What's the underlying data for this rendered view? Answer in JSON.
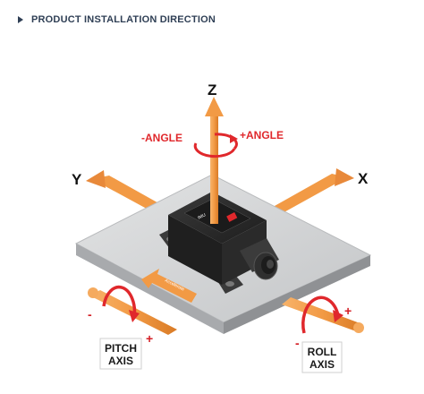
{
  "header": {
    "title": "PRODUCT INSTALLATION DIRECTION"
  },
  "axes": {
    "z": "Z",
    "y": "Y",
    "x": "X"
  },
  "rotation": {
    "minus_angle": "-ANGLE",
    "plus_angle": "+ANGLE"
  },
  "pitch": {
    "label_line1": "PITCH",
    "label_line2": "AXIS",
    "minus": "-",
    "plus": "+"
  },
  "roll": {
    "label_line1": "ROLL",
    "label_line2": "AXIS",
    "minus": "-",
    "plus": "+"
  },
  "device": {
    "model": "IMU",
    "arrow_label": "Accelerate"
  },
  "colors": {
    "axis_orange": "#f29a45",
    "rotation_red": "#e0282c",
    "plate_gray": "#cfd1d3",
    "device_dark": "#2b2b2b"
  }
}
